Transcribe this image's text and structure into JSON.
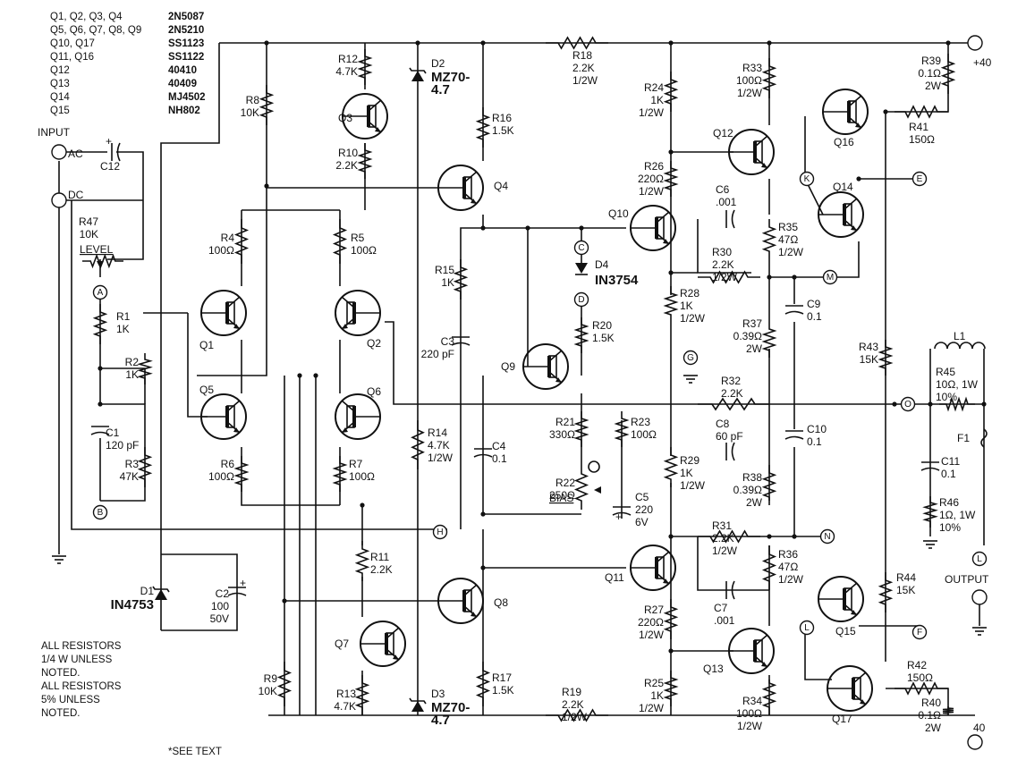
{
  "device_table": [
    {
      "refs": "Q1, Q2, Q3, Q4",
      "part": "2N5087"
    },
    {
      "refs": "Q5, Q6, Q7, Q8, Q9",
      "part": "2N5210"
    },
    {
      "refs": "Q10, Q17",
      "part": "SS1123"
    },
    {
      "refs": "Q11, Q16",
      "part": "SS1122"
    },
    {
      "refs": "Q12",
      "part": "40410"
    },
    {
      "refs": "Q13",
      "part": "40409"
    },
    {
      "refs": "Q14",
      "part": "MJ4502"
    },
    {
      "refs": "Q15",
      "part": "NH802"
    }
  ],
  "notes": [
    "ALL RESISTORS",
    "1/4 W UNLESS",
    "NOTED.",
    "ALL RESISTORS",
    "5% UNLESS",
    "NOTED."
  ],
  "footnote": "*SEE TEXT",
  "labels": {
    "input": "INPUT",
    "ac": "AC",
    "dc": "DC",
    "output": "OUTPUT",
    "plus40": "+40",
    "minus40": "40",
    "level": "LEVEL",
    "bias": "BIAS"
  },
  "transistors": {
    "Q1": "Q1",
    "Q2": "Q2",
    "Q3": "Q3",
    "Q4": "Q4",
    "Q5": "Q5",
    "Q6": "Q6",
    "Q7": "Q7",
    "Q8": "Q8",
    "Q9": "Q9",
    "Q10": "Q10",
    "Q11": "Q11",
    "Q12": "Q12",
    "Q13": "Q13",
    "Q14": "Q14",
    "Q15": "Q15",
    "Q16": "Q16",
    "Q17": "Q17"
  },
  "resistors": {
    "R1": [
      "R1",
      "1K"
    ],
    "R2": [
      "R2",
      "1K"
    ],
    "R3": [
      "R3",
      "47K"
    ],
    "R4": [
      "R4",
      "100Ω"
    ],
    "R5": [
      "R5",
      "100Ω"
    ],
    "R6": [
      "R6",
      "100Ω"
    ],
    "R7": [
      "R7",
      "100Ω"
    ],
    "R8": [
      "R8",
      "10K"
    ],
    "R9": [
      "R9",
      "10K"
    ],
    "R10": [
      "R10",
      "2.2K"
    ],
    "R11": [
      "R11",
      "2.2K"
    ],
    "R12": [
      "R12",
      "4.7K"
    ],
    "R13": [
      "R13",
      "4.7K"
    ],
    "R14": [
      "R14",
      "4.7K",
      "1/2W"
    ],
    "R15": [
      "R15",
      "1K"
    ],
    "R16": [
      "R16",
      "1.5K"
    ],
    "R17": [
      "R17",
      "1.5K"
    ],
    "R18": [
      "R18",
      "2.2K",
      "1/2W"
    ],
    "R19": [
      "R19",
      "2.2K",
      "1/2W"
    ],
    "R20": [
      "R20",
      "1.5K"
    ],
    "R21": [
      "R21",
      "330Ω"
    ],
    "R22": [
      "R22",
      "250Ω"
    ],
    "R23": [
      "R23",
      "100Ω"
    ],
    "R24": [
      "R24",
      "1K",
      "1/2W"
    ],
    "R25": [
      "R25",
      "1K",
      "1/2W"
    ],
    "R26": [
      "R26",
      "220Ω",
      "1/2W"
    ],
    "R27": [
      "R27",
      "220Ω",
      "1/2W"
    ],
    "R28": [
      "R28",
      "1K",
      "1/2W"
    ],
    "R29": [
      "R29",
      "1K",
      "1/2W"
    ],
    "R30": [
      "R30",
      "2.2K",
      "1/2W"
    ],
    "R31": [
      "R31",
      "2.2K",
      "1/2W"
    ],
    "R32": [
      "R32",
      "2.2K"
    ],
    "R33": [
      "R33",
      "100Ω",
      "1/2W"
    ],
    "R34": [
      "R34",
      "100Ω",
      "1/2W"
    ],
    "R35": [
      "R35",
      "47Ω",
      "1/2W"
    ],
    "R36": [
      "R36",
      "47Ω",
      "1/2W"
    ],
    "R37": [
      "R37",
      "0.39Ω",
      "2W"
    ],
    "R38": [
      "R38",
      "0.39Ω",
      "2W"
    ],
    "R39": [
      "R39",
      "0.1Ω",
      "2W"
    ],
    "R40": [
      "R40",
      "0.1Ω",
      "2W"
    ],
    "R41": [
      "R41",
      "150Ω"
    ],
    "R42": [
      "R42",
      "150Ω"
    ],
    "R43": [
      "R43",
      "15K"
    ],
    "R44": [
      "R44",
      "15K"
    ],
    "R45": [
      "R45",
      "10Ω, 1W",
      "10%"
    ],
    "R46": [
      "R46",
      "1Ω, 1W",
      "10%"
    ],
    "R47": [
      "R47",
      "10K"
    ]
  },
  "capacitors": {
    "C1": [
      "C1",
      "120 pF"
    ],
    "C2": [
      "C2",
      "100",
      "50V"
    ],
    "C3": [
      "C3",
      "220 pF"
    ],
    "C4": [
      "C4",
      "0.1"
    ],
    "C5": [
      "C5",
      "220",
      "6V"
    ],
    "C6": [
      "C6",
      ".001"
    ],
    "C7": [
      "C7",
      ".001"
    ],
    "C8": [
      "C8",
      "60 pF"
    ],
    "C9": [
      "C9",
      "0.1"
    ],
    "C10": [
      "C10",
      "0.1"
    ],
    "C11": [
      "C11",
      "0.1"
    ],
    "C12": [
      "C12",
      ""
    ]
  },
  "diodes": {
    "D1": [
      "D1",
      "IN4753"
    ],
    "D2": [
      "D2",
      "MZ70-",
      "4.7"
    ],
    "D3": [
      "D3",
      "MZ70-",
      "4.7"
    ],
    "D4": [
      "D4",
      "IN3754"
    ]
  },
  "inductors": {
    "L1": "L1"
  },
  "fuses": {
    "F1": "F1"
  },
  "nodes": {
    "A": "A",
    "B": "B",
    "C": "C",
    "D": "D",
    "E": "E",
    "F": "F",
    "G": "G",
    "H": "H",
    "K": "K",
    "L": "L",
    "M": "M",
    "N": "N",
    "O": "O"
  }
}
